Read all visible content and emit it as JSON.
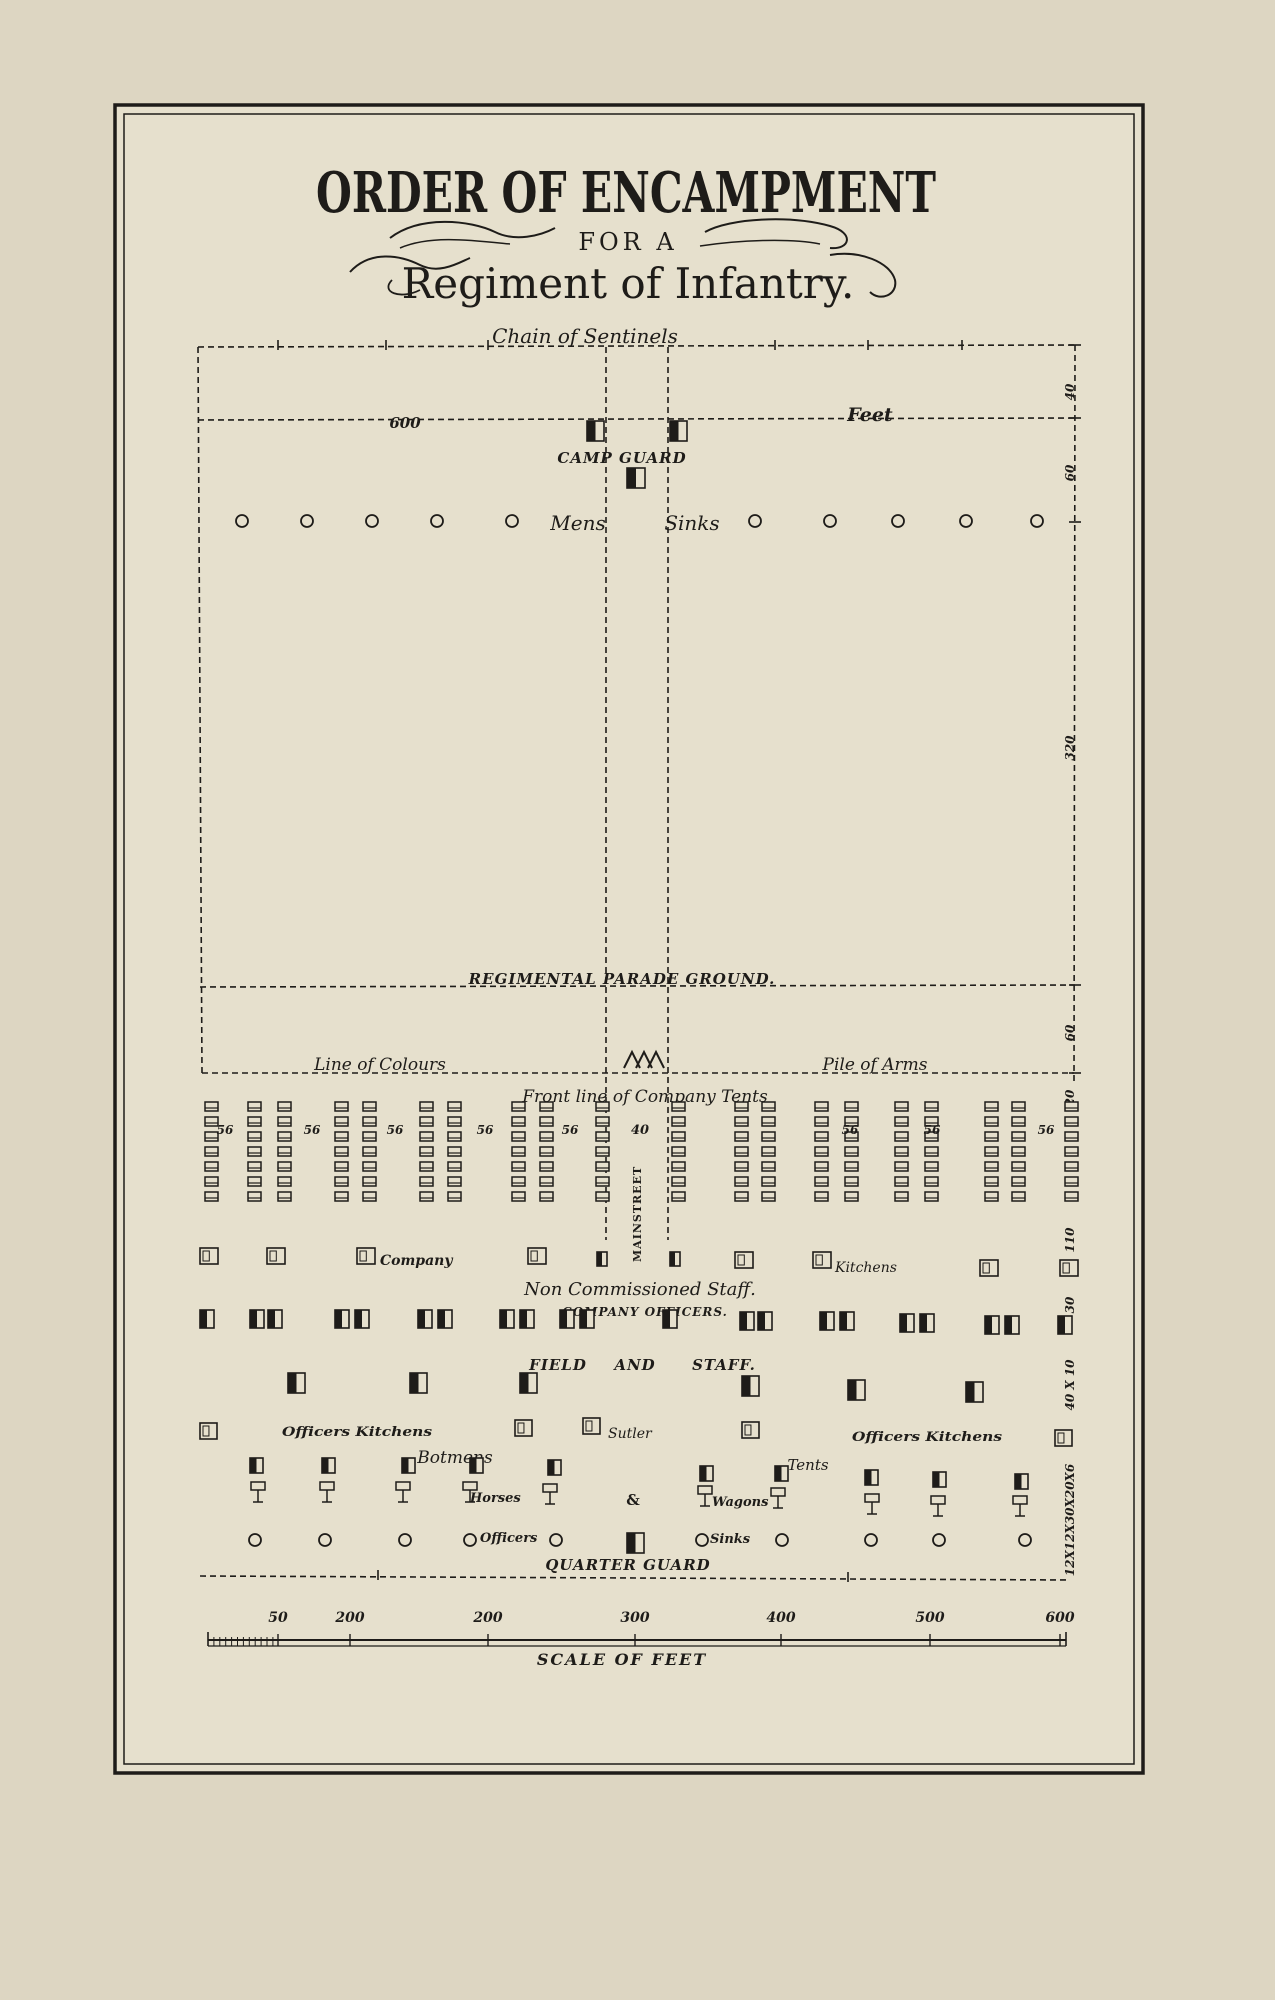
{
  "title": {
    "main": "ORDER OF ENCAMPMENT",
    "for_a": "FOR A",
    "sub": "Regiment of Infantry."
  },
  "labels": {
    "chain_of_sentinels": "Chain of Sentinels",
    "width_600": "600",
    "feet": "Feet",
    "camp_guard": "CAMP GUARD",
    "mens": "Mens",
    "sinks": "Sinks",
    "parade_ground": "REGIMENTAL PARADE GROUND.",
    "line_of_colours": "Line of Colours",
    "pile_of_arms": "Pile of Arms",
    "front_line": "Front line of Company Tents",
    "main_street": "MAINSTREET",
    "company": "Company",
    "kitchens": "Kitchens",
    "nco_staff": "Non Commissioned Staff.",
    "company_officers": "COMPANY OFFICERS.",
    "field": "FIELD",
    "and": "AND",
    "staff": "STAFF.",
    "officers_kitchens": "Officers Kitchens",
    "sutler": "Sutler",
    "botmens": "Botmens",
    "tents": "Tents",
    "horses": "Horses",
    "ampersand": "&",
    "wagons": "Wagons",
    "officers": "Officers",
    "sinks_lower": "Sinks",
    "quarter_guard": "QUARTER GUARD",
    "scale_of_feet": "SCALE OF FEET"
  },
  "dimensions": {
    "d40": "40",
    "d60": "60",
    "d320": "320",
    "d60b": "60",
    "d20": "20",
    "d110": "110",
    "d30": "30",
    "d40x10": "40 X 10",
    "depth_series": "12X12X30X20X6",
    "street_40": "40",
    "street_56": "56"
  },
  "scale": {
    "ticks": [
      "50",
      "200",
      "200",
      "300",
      "400",
      "500",
      "600"
    ]
  },
  "colors": {
    "paper": "#ddd6c2",
    "plate": "#e6e0cd",
    "ink": "#1e1c19"
  }
}
